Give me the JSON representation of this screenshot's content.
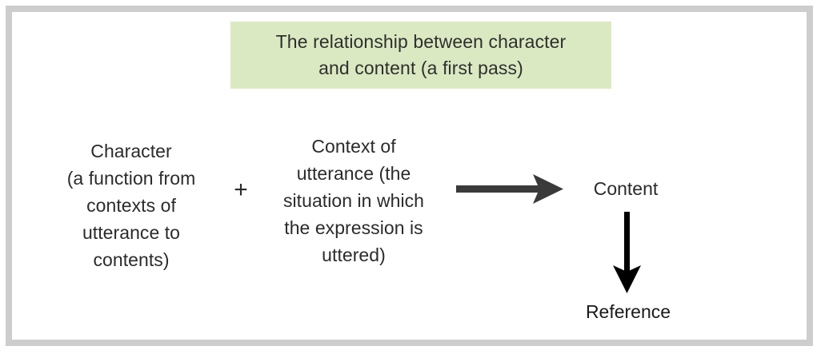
{
  "figure": {
    "title": "The relationship between character\nand content (a first pass)",
    "banner_color": "#dbe9c2",
    "frame_color": "#cdcdcd",
    "background_color": "#ffffff",
    "text_color": "#2b2b2b"
  },
  "nodes": {
    "character": {
      "label": "Character\n(a function from\ncontexts of\nutterance to\ncontents)"
    },
    "context": {
      "label": "Context of\nutterance (the\nsituation in which\nthe expression is\nuttered)"
    },
    "content": {
      "label": "Content"
    },
    "reference": {
      "label": "Reference"
    }
  },
  "operators": {
    "plus": "+"
  },
  "arrows": {
    "character_context_to_content": {
      "direction": "right",
      "color": "#3a3a3a"
    },
    "content_to_reference": {
      "direction": "down",
      "color": "#000000"
    }
  }
}
